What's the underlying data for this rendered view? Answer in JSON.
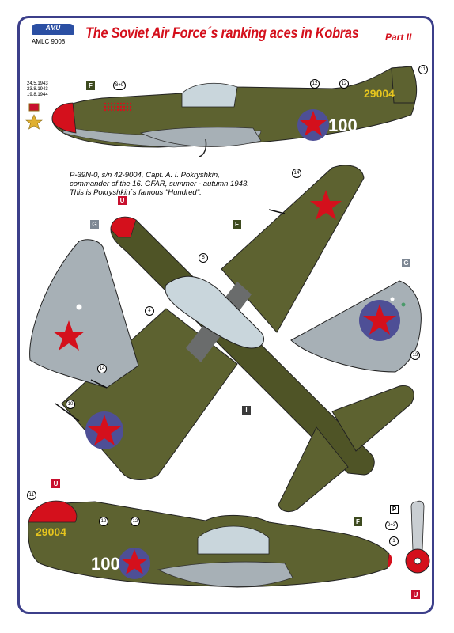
{
  "header": {
    "logo": "AMU",
    "code": "AMLC 9008",
    "title": "The Soviet Air Force´s ranking aces in Kobras",
    "part": "Part II"
  },
  "dates": [
    "24.5.1943",
    "23.8.1943",
    "19.8.1944"
  ],
  "caption": {
    "line1": "P-39N-0, s/n  42-9004, Capt. A. I. Pokryshkin,",
    "line2": "commander of the 16. GFAR, summer - autumn 1943.",
    "line3": "This is Pokryshkin´s famous \"Hundred\"."
  },
  "markings": {
    "serial": "29004",
    "number": "100"
  },
  "color_codes": {
    "F": "F",
    "G": "G",
    "U": "U",
    "I": "I",
    "P": "P"
  },
  "callouts": {
    "c11": "11",
    "c12": "12",
    "c89": "8+9",
    "c14": "14",
    "c5": "5",
    "c4": "4",
    "c13": "13",
    "c10": "10",
    "c23": "2+3",
    "c1": "1"
  },
  "colors": {
    "olive": "#5d6230",
    "olive_dark": "#4a4f25",
    "grey_under": "#a7b0b6",
    "red": "#d4101c",
    "roundel_blue": "#4e4f96",
    "yellow": "#e6c51e",
    "frame": "#3c3f8a"
  }
}
